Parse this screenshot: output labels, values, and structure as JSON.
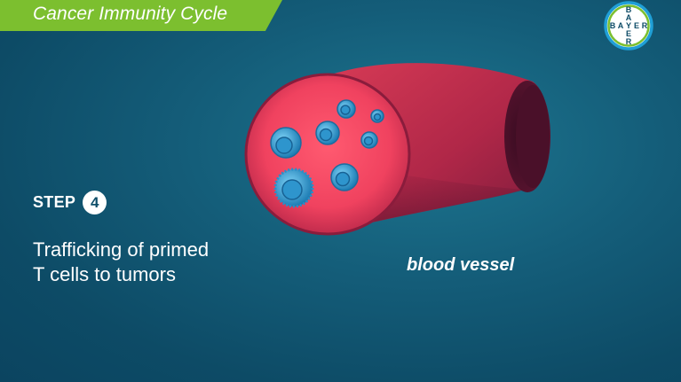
{
  "header": {
    "title": "Cancer Immunity Cycle"
  },
  "logo": {
    "brand": "BAYER",
    "letters_horizontal": [
      "B",
      "A",
      "Y",
      "E",
      "R"
    ],
    "letters_vertical": [
      "B",
      "A",
      "Y",
      "E",
      "R"
    ],
    "icon": "bayer-cross-icon",
    "colors": {
      "ring_outer": "#1f9fd6",
      "ring_inner": "#7cbf2f"
    }
  },
  "step": {
    "label": "STEP",
    "number": "4"
  },
  "description": {
    "line1": "Trafficking of primed",
    "line2": "T cells to tumors"
  },
  "illustration": {
    "label": "blood vessel",
    "icon": "blood-vessel-with-t-cells",
    "colors": {
      "vessel": "#d63a55",
      "vessel_dark": "#5a1530",
      "cells": "#3aa9e0"
    }
  },
  "colors": {
    "accent_green": "#7cbf2f",
    "background": "#145d79",
    "text": "#ffffff"
  }
}
